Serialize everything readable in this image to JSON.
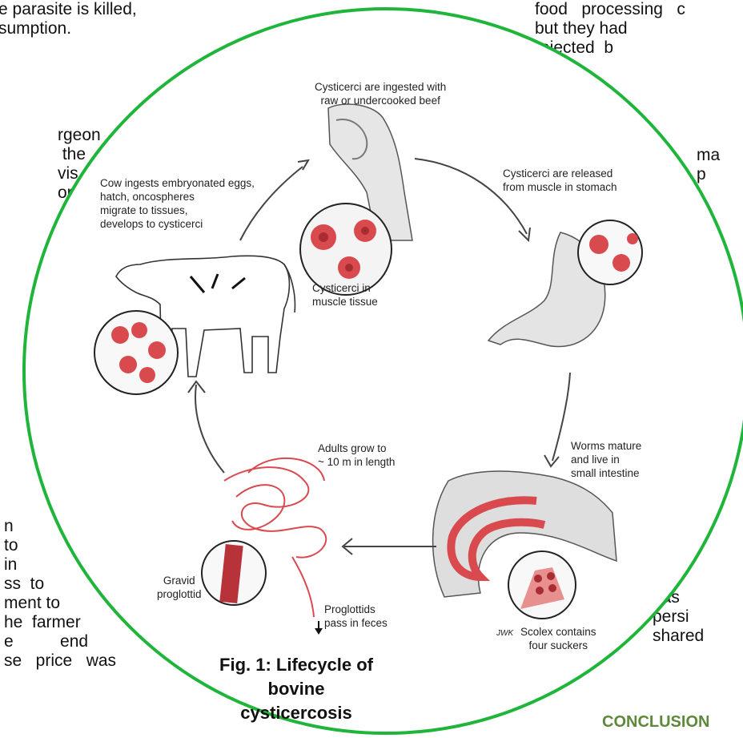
{
  "background_text": {
    "top_left": "e parasite is killed,\nsumption.",
    "top_right": "food   processing   c\nbut they had\nrejected  b",
    "left_middle": "rgeon\n the\nvis\nor\n,",
    "right_upper": "ma\np",
    "left_lower": "n\nto\nin\nss  to\nment to\nhe  farmer\ne          end\nse   price   was",
    "right_lower": "in\nbas\npersi\nshared"
  },
  "conclusion_heading": "CONCLUSION",
  "diagram": {
    "ingest_label": "Cysticerci are ingested with\nraw or undercooked beef",
    "release_label": "Cysticerci are released\nfrom muscle in stomach",
    "cow_label": "Cow ingests embryonated eggs,\nhatch, oncospheres\nmigrate to tissues,\ndevelops to cysticerci",
    "muscle_label": "Cysticerci in\nmuscle tissue",
    "worms_label": "Worms mature\nand live in\nsmall intestine",
    "adults_label": "Adults grow to\n~ 10 m in length",
    "gravid_label": "Gravid\nproglottid",
    "proglottids_label": "Proglottids\npass in feces",
    "scolex_label": "Scolex contains\nfour suckers",
    "artist_mark": "JWK",
    "caption": "Fig. 1: Lifecycle of bovine\ncysticercosis"
  },
  "colors": {
    "circle_border": "#1fb53a",
    "conclusion": "#5c8a3a",
    "cyst": "#d94a4f"
  }
}
